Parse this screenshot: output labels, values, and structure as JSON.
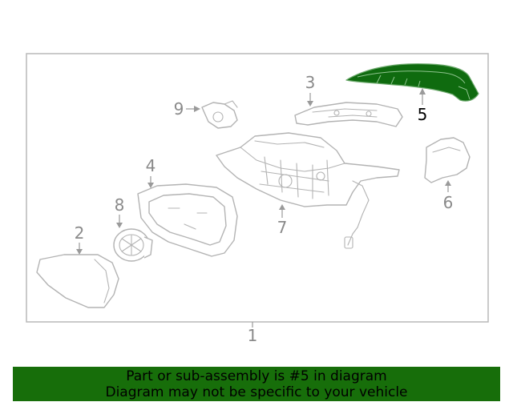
{
  "diagram": {
    "highlight_color": "#176e0a",
    "callouts": {
      "c1": "1",
      "c2": "2",
      "c3": "3",
      "c4": "4",
      "c5": "5",
      "c6": "6",
      "c7": "7",
      "c8": "8",
      "c9": "9"
    },
    "highlighted_callout": "5"
  },
  "banner": {
    "line1": "Part or sub-assembly is #5 in diagram",
    "line2": "Diagram may not be specific to your vehicle"
  }
}
